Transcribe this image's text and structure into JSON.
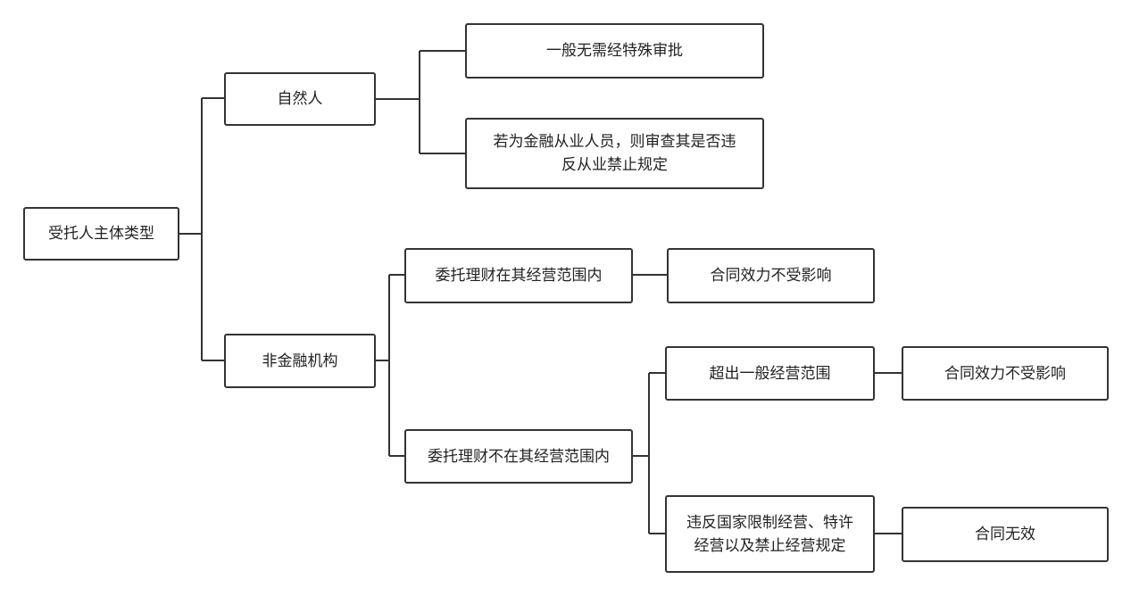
{
  "nodes": {
    "root": "受托人主体类型",
    "natural_person": "自然人",
    "np_general": "一般无需经特殊审批",
    "np_financial": "若为金融从业人员，则审查其是否违\n反从业禁止规定",
    "non_financial": "非金融机构",
    "within_scope": "委托理财在其经营范围内",
    "within_scope_result": "合同效力不受影响",
    "outside_scope": "委托理财不在其经营范围内",
    "beyond_general": "超出一般经营范围",
    "beyond_general_result": "合同效力不受影响",
    "violate_restrict": "违反国家限制经营、特许\n经营以及禁止经营规定",
    "violate_restrict_result": "合同无效"
  },
  "colors": {
    "line": "#333333",
    "border": "#333333"
  }
}
